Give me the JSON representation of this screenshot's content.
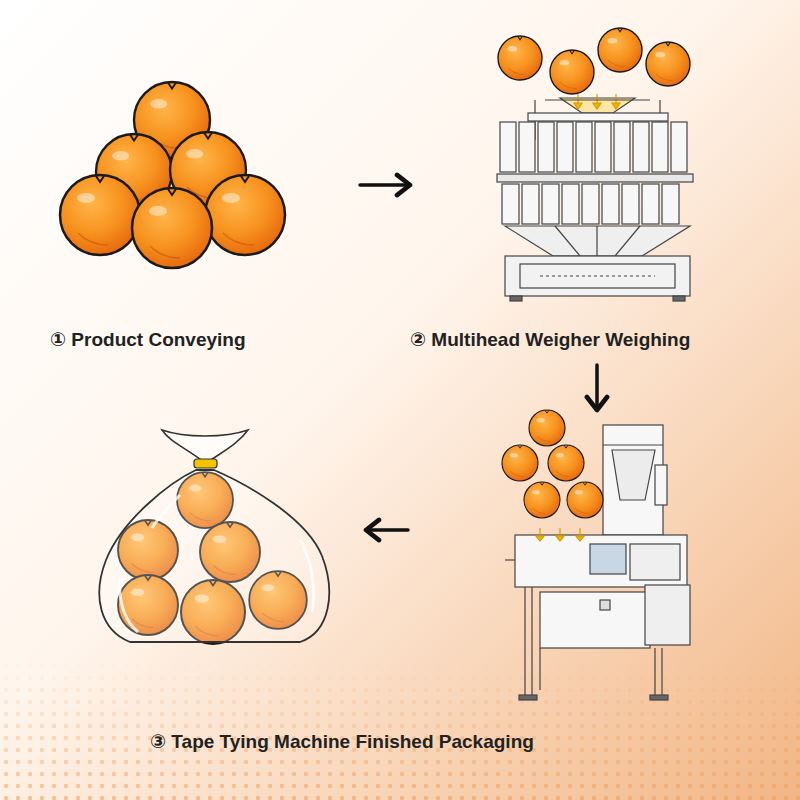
{
  "diagram": {
    "nodes": [
      {
        "text": [
          "① Product Conveying"
        ]
      },
      {
        "text": [
          "② Multihead Weigher Weighing"
        ]
      },
      {
        "text": [
          "③ Tape Tying Machine Finished Packaging"
        ]
      }
    ],
    "edges": [
      {
        "from": 0,
        "to": 1,
        "arrow": "to"
      },
      {
        "from": 1,
        "to": 2,
        "arrow": "to"
      }
    ]
  }
}
